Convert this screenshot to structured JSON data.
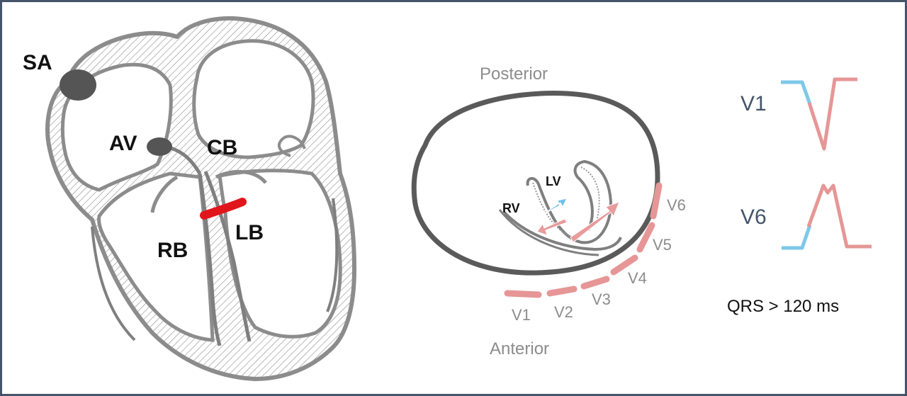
{
  "heart": {
    "labels": {
      "sa": "SA",
      "av": "AV",
      "cb": "CB",
      "rb": "RB",
      "lb": "LB"
    },
    "block_color": "#e0161c"
  },
  "cross_section": {
    "posterior": "Posterior",
    "anterior": "Anterior",
    "rv": "RV",
    "lv": "LV",
    "leads": [
      "V1",
      "V2",
      "V3",
      "V4",
      "V5",
      "V6"
    ],
    "arrow_colors": {
      "septal": "#6cc0e8",
      "lateral": "#e89b9b"
    }
  },
  "ecg": {
    "v1_label": "V1",
    "v6_label": "V6",
    "qrs_text": "QRS > 120 ms",
    "colors": {
      "early": "#7dc8ea",
      "late": "#e69696"
    }
  }
}
